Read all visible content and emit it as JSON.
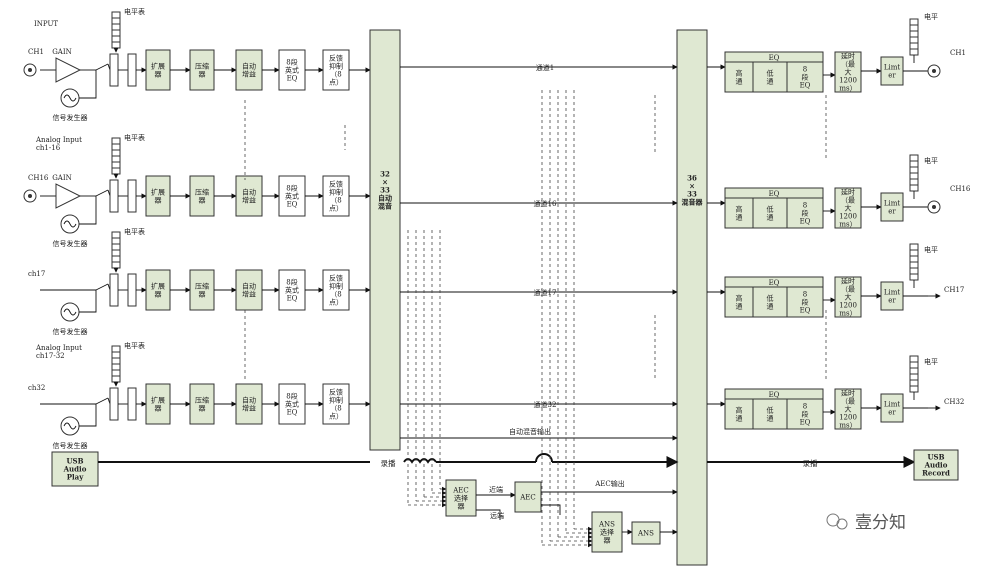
{
  "meter_label": "电平表",
  "level_label": "电平",
  "gain_label": "GAIN",
  "signal_gen_label": "信号发生器",
  "section_labels": [
    "INPUT",
    "Analog Input\nch1-16",
    "Analog Input\nch17-32"
  ],
  "blocks": {
    "expander": "扩展\n器",
    "compressor": "压缩\n器",
    "auto_gain": "自动\n增益",
    "eq8": "8段\n英式\nEQ",
    "feedback": "反馈\n抑制\n（8\n点）"
  },
  "input_channels": [
    "CH1",
    "CH16",
    "ch17",
    "ch32"
  ],
  "mixer_left": "32\n×\n33\n自动\n混音",
  "mixer_right": "36\n×\n33\n混音器",
  "channel_lines": [
    "通道1",
    "通道16",
    "通道17",
    "通道32"
  ],
  "auto_mix_out": "自动混音输出",
  "out": {
    "eq_title": "EQ",
    "high": "高\n通",
    "low": "低\n通",
    "eq8": "8\n段\nEQ",
    "delay": "延时\n（最\n大\n1200\nms）",
    "limiter": "Limt\ner"
  },
  "output_channels": [
    "CH1",
    "CH16",
    "CH17",
    "CH32"
  ],
  "usb_play": "USB\nAudio\nPlay",
  "usb_record": "USB\nAudio\nRecord",
  "record_label": "录播",
  "aec_select": "AEC\n选择\n器",
  "aec": "AEC",
  "aec_out": "AEC输出",
  "near_end": "近端",
  "far_end": "远端",
  "ans_select": "ANS\n选择\n器",
  "ans": "ANS",
  "watermark": "壹分知"
}
